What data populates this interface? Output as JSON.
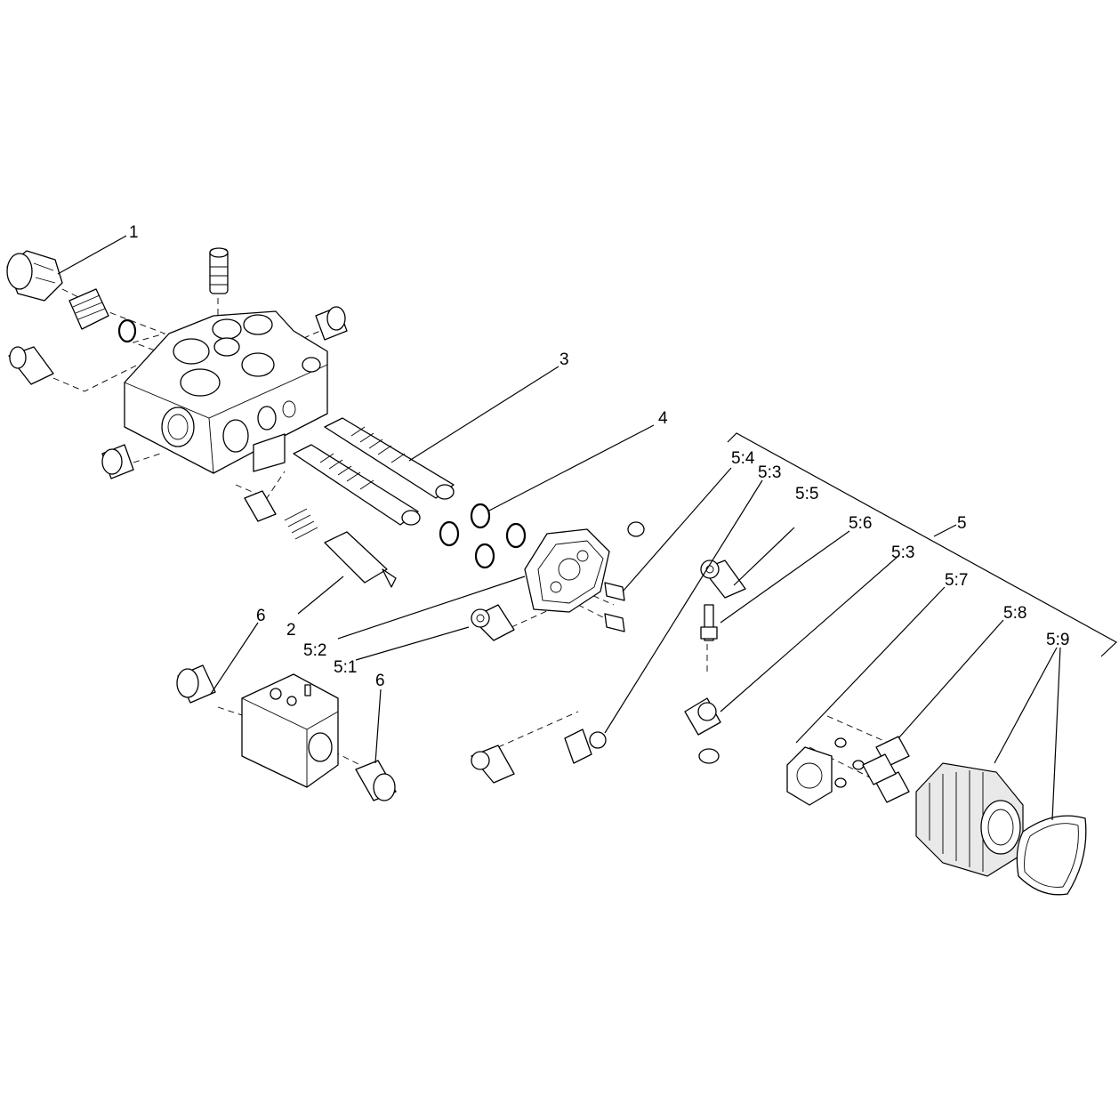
{
  "callouts": {
    "c1": "1",
    "c2": "2",
    "c3": "3",
    "c4": "4",
    "c5": "5",
    "c5_1": "5:1",
    "c5_2": "5:2",
    "c5_3a": "5:3",
    "c5_3b": "5:3",
    "c5_4": "5:4",
    "c5_5": "5:5",
    "c5_6": "5:6",
    "c5_7": "5:7",
    "c5_8": "5:8",
    "c5_9": "5:9",
    "c6a": "6",
    "c6b": "6"
  }
}
